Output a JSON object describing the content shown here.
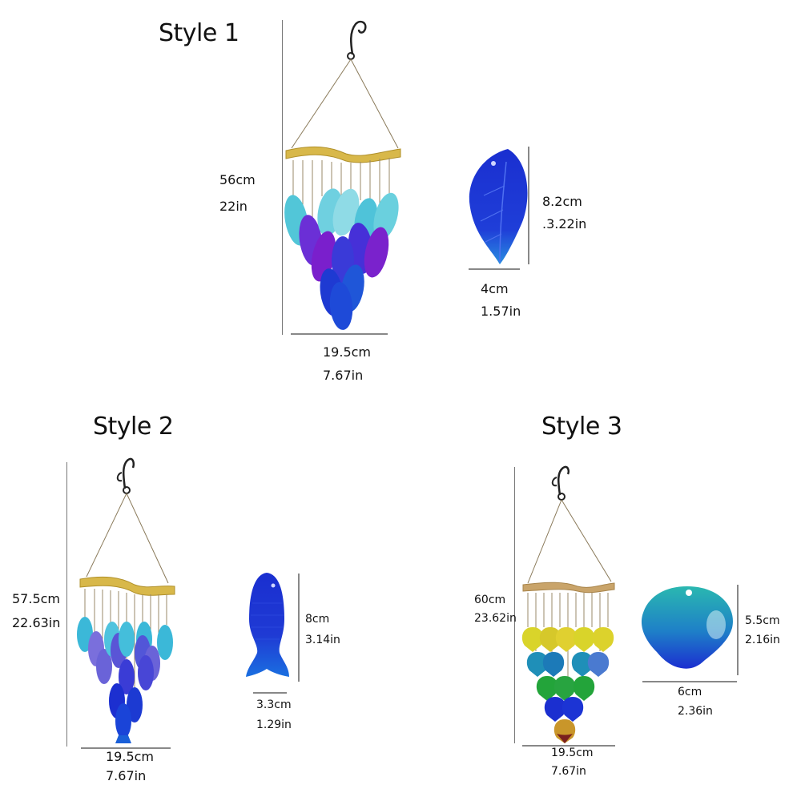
{
  "styles": [
    {
      "title": "Style 1",
      "product": "leaf-wind-chime",
      "height_cm": "56cm",
      "height_in": "22in",
      "width_cm": "19.5cm",
      "width_in": "7.67in",
      "piece": {
        "shape": "leaf",
        "height_cm": "8.2cm",
        "height_in": ".3.22in",
        "width_cm": "4cm",
        "width_in": "1.57in"
      },
      "colors": [
        "#4fc3d9",
        "#2a3fd6",
        "#8a1fd0",
        "#1a2fcf"
      ]
    },
    {
      "title": "Style 2",
      "product": "fish-wind-chime",
      "height_cm": "57.5cm",
      "height_in": "22.63in",
      "width_cm": "19.5cm",
      "width_in": "7.67in",
      "piece": {
        "shape": "fish",
        "height_cm": "8cm",
        "height_in": "3.14in",
        "width_cm": "3.3cm",
        "width_in": "1.29in"
      },
      "colors": [
        "#3bb8d8",
        "#6a63d8",
        "#1c2fd0",
        "#1a5fd8"
      ]
    },
    {
      "title": "Style 3",
      "product": "shell-wind-chime",
      "height_cm": "60cm",
      "height_in": "23.62in",
      "width_cm": "19.5cm",
      "width_in": "7.67in",
      "piece": {
        "shape": "shell",
        "height_cm": "5.5cm",
        "height_in": "2.16in",
        "width_cm": "6cm",
        "width_in": "2.36in"
      },
      "colors": [
        "#d9d42a",
        "#1f8fb8",
        "#23a43a",
        "#1b2fd0",
        "#b5561e"
      ]
    }
  ]
}
